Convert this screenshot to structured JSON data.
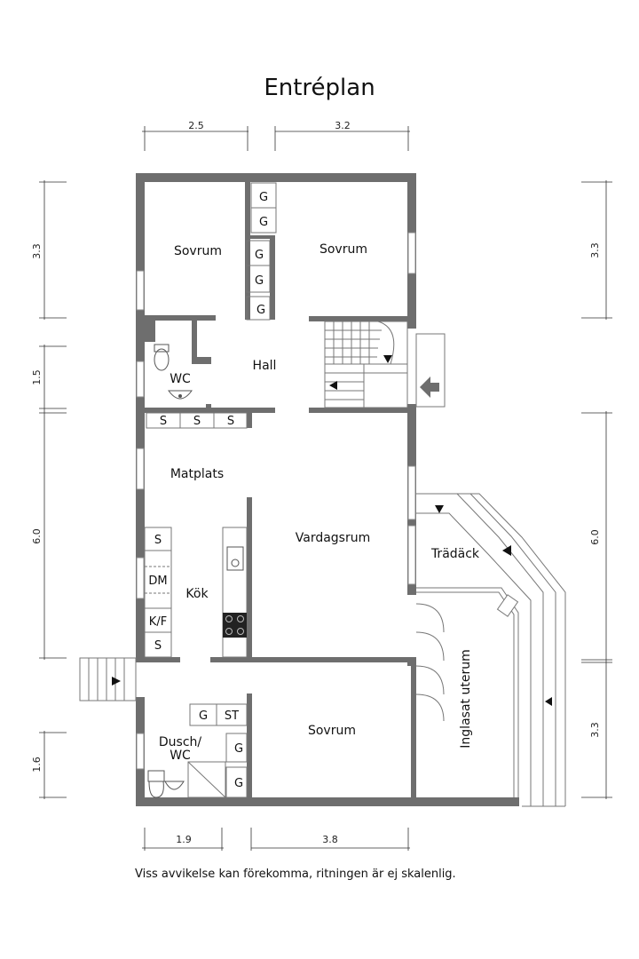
{
  "title": "Entréplan",
  "note": "Viss avvikelse kan förekomma, ritningen är ej skalenlig.",
  "dimensions": {
    "top": [
      "2.5",
      "3.2"
    ],
    "bottom": [
      "1.9",
      "3.8"
    ],
    "left": [
      "3.3",
      "1.5",
      "6.0",
      "1.6"
    ],
    "right": [
      "3.3",
      "6.0",
      "3.3"
    ]
  },
  "rooms": {
    "sovrum_1": "Sovrum",
    "sovrum_2": "Sovrum",
    "hall": "Hall",
    "wc": "WC",
    "matplats": "Matplats",
    "kok": "Kök",
    "vardagsrum": "Vardagsrum",
    "tradack": "Trädäck",
    "inglasat": "Inglasat uterum",
    "dusch_1": "Dusch/",
    "dusch_2": "WC",
    "sovrum_3": "Sovrum"
  },
  "fixtures": {
    "g": "G",
    "s": "S",
    "dm": "DM",
    "kf": "K/F",
    "st": "ST"
  },
  "colors": {
    "wall": "#6e6e6e",
    "line": "#777777"
  }
}
